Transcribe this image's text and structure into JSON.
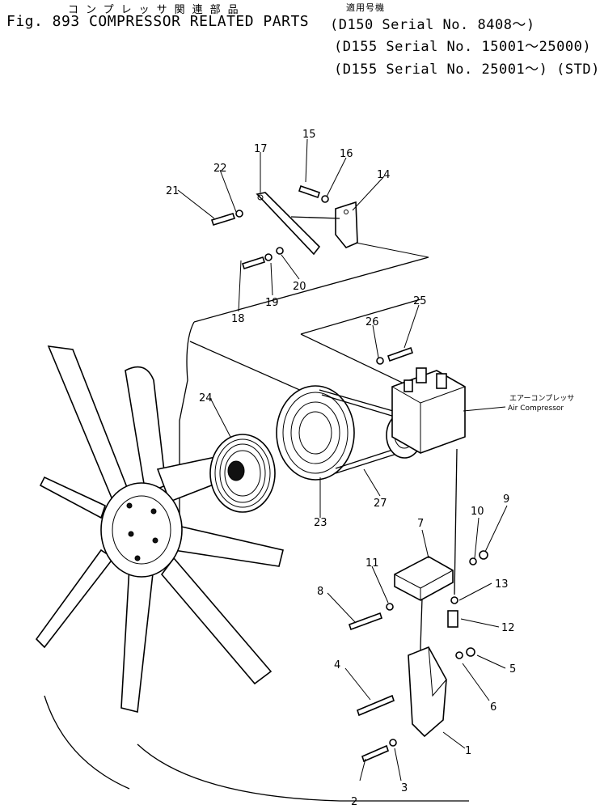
{
  "header": {
    "title_jp": "コンプレッサ関連部品",
    "title_en": "Fig. 893 COMPRESSOR RELATED PARTS",
    "applicability_jp": "適用号機",
    "applicability": [
      "(D150 Serial No. 8408～)",
      "(D155 Serial No. 15001～25000)",
      "(D155 Serial No. 25001～) (STD)"
    ]
  },
  "annotations": {
    "air_compressor_jp": "エアーコンプレッサ",
    "air_compressor_en": "Air Compressor"
  },
  "callouts": [
    "1",
    "2",
    "3",
    "4",
    "5",
    "6",
    "7",
    "8",
    "9",
    "10",
    "11",
    "12",
    "13",
    "14",
    "15",
    "16",
    "17",
    "18",
    "19",
    "20",
    "21",
    "22",
    "23",
    "24",
    "25",
    "26",
    "27"
  ]
}
